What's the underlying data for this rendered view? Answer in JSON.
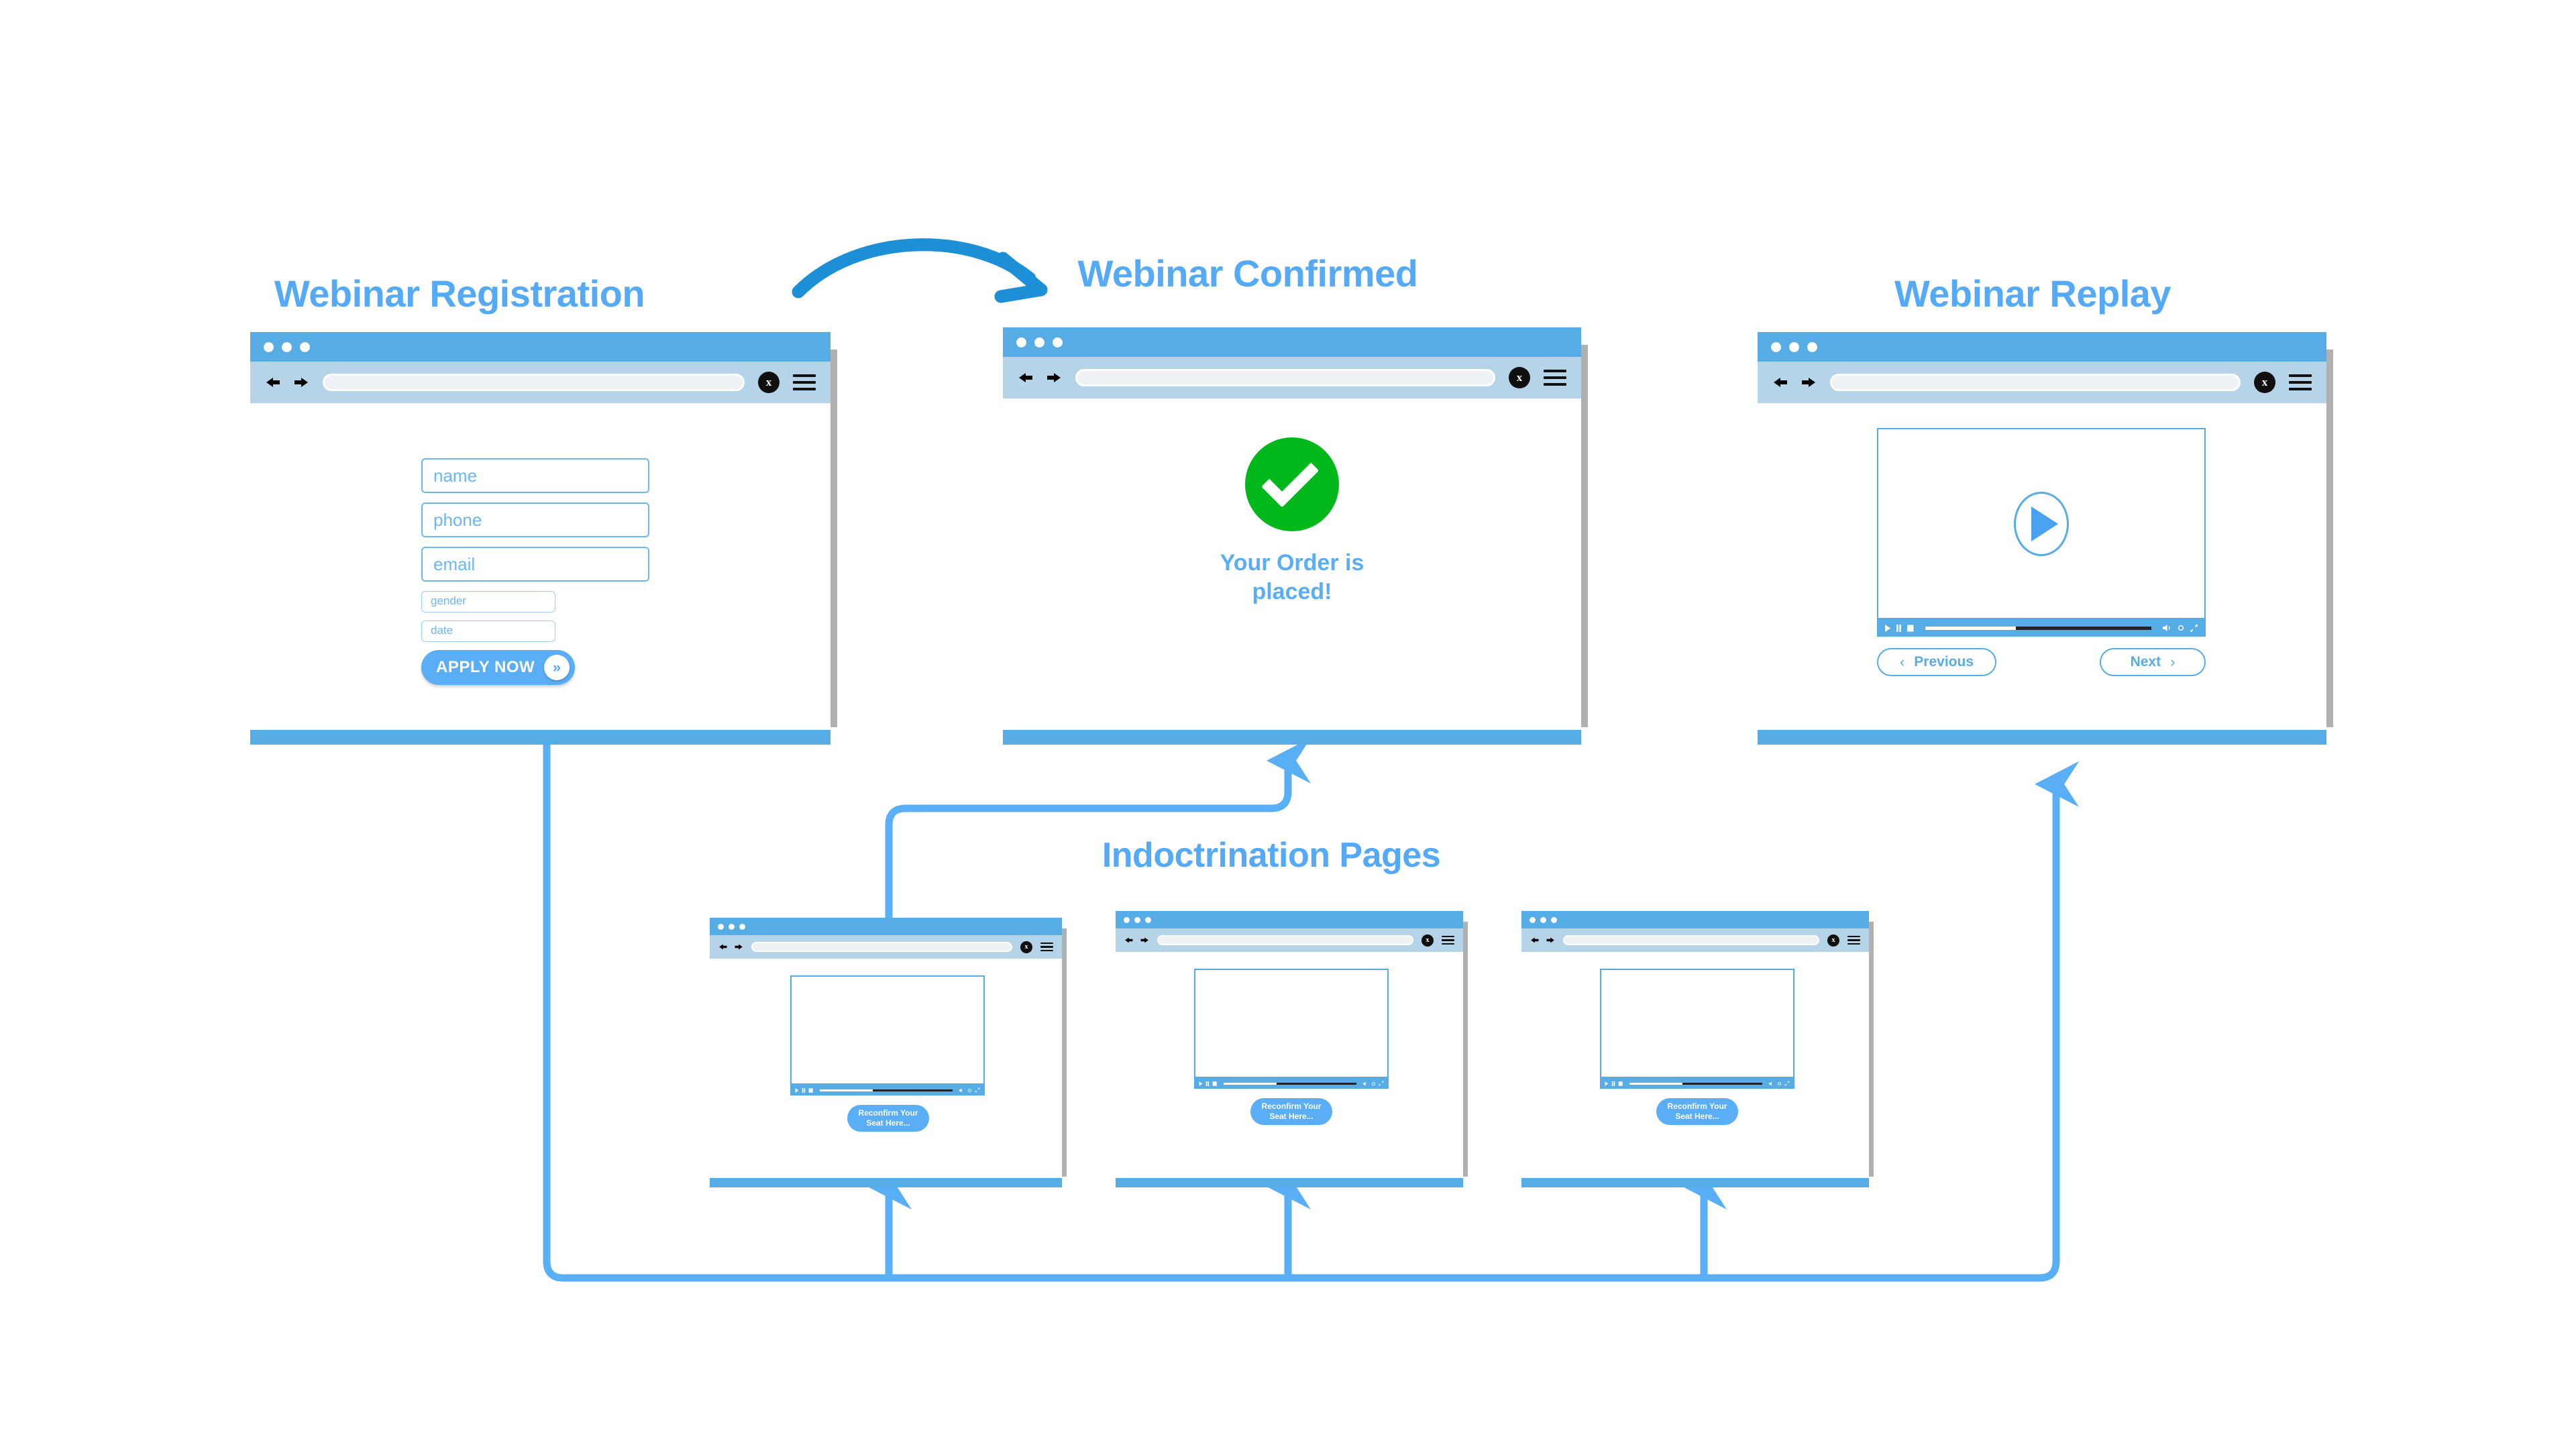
{
  "sections": {
    "registration_title": "Webinar Registration",
    "confirmed_title": "Webinar Confirmed",
    "replay_title": "Webinar Replay",
    "indoctrination_title": "Indoctrination Pages"
  },
  "colors": {
    "accent_blue": "#56ace5",
    "light_blue": "#5aaef5",
    "title_blue": "#55aaf8",
    "toolbar_blue": "#b5d4e8",
    "connector_blue": "#59aff5",
    "arrow_blue": "#1c8fd6",
    "success_green": "#00b81a",
    "dark_track": "#1d232b"
  },
  "registration": {
    "fields": [
      {
        "name": "name",
        "placeholder": "name",
        "size": "big"
      },
      {
        "name": "phone",
        "placeholder": "phone",
        "size": "big"
      },
      {
        "name": "email",
        "placeholder": "email",
        "size": "big"
      },
      {
        "name": "gender",
        "placeholder": "gender",
        "size": "small"
      },
      {
        "name": "date",
        "placeholder": "date",
        "size": "small"
      }
    ],
    "submit_label": "APPLY NOW",
    "submit_icon": "double-chevron-right-icon"
  },
  "confirmed": {
    "icon": "success-check-icon",
    "message": "Your Order is\nplaced!"
  },
  "replay": {
    "play_icon": "play-button-icon",
    "controls": {
      "play": "play-icon",
      "pause": "pause-icon",
      "stop": "stop-icon",
      "volume": "volume-icon",
      "settings": "settings-icon",
      "fullscreen": "fullscreen-icon",
      "progress_percent": 40
    },
    "previous_label": "Previous",
    "next_label": "Next",
    "previous_icon": "chevron-left-icon",
    "next_icon": "chevron-right-icon"
  },
  "indoctrination": {
    "pages": [
      {
        "button_label": "Reconfirm Your\nSeat Here..."
      },
      {
        "button_label": "Reconfirm Your\nSeat Here..."
      },
      {
        "button_label": "Reconfirm Your\nSeat Here..."
      }
    ]
  },
  "browser_chrome": {
    "back_icon": "arrow-left-icon",
    "forward_icon": "arrow-right-icon",
    "address_placeholder": "",
    "close_label": "x",
    "menu_icon": "hamburger-menu-icon",
    "traffic_lights": 3
  }
}
